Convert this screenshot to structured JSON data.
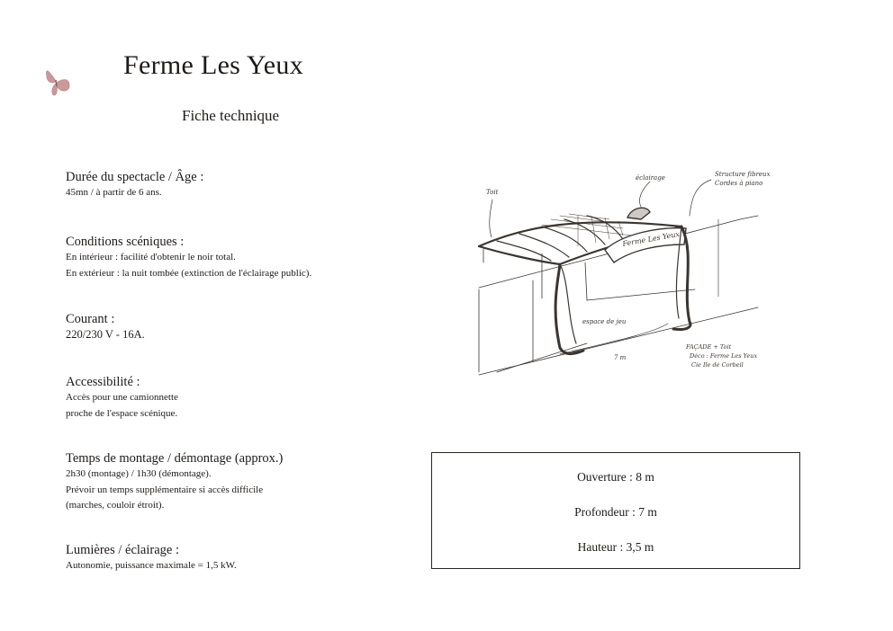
{
  "title": "Ferme Les Yeux",
  "subtitle": "Fiche technique",
  "sections": [
    {
      "heading": "Durée du spectacle  / Âge :",
      "lines": [
        "45mn / à partir de 6 ans."
      ]
    },
    {
      "heading": "Conditions scéniques :",
      "lines": [
        "En intérieur : facilité d'obtenir le noir total.",
        "En extérieur : la nuit tombée (extinction de l'éclairage public)."
      ]
    },
    {
      "heading": "Courant :",
      "lines": [
        "220/230 V - 16A."
      ]
    },
    {
      "heading": "Accessibilité :",
      "lines": [
        "Accès pour une camionnette",
        "proche de l'espace scénique."
      ]
    },
    {
      "heading": "Temps de montage / démontage (approx.)",
      "lines": [
        "2h30 (montage) / 1h30 (démontage).",
        "Prévoir un temps supplémentaire si accès difficile",
        "(marches, couloir étroit)."
      ]
    },
    {
      "heading": "Lumières / éclairage :",
      "lines": [
        "Autonomie, puissance maximale = 1,5 kW."
      ]
    }
  ],
  "dimensions": [
    "Ouverture : 8 m",
    "Profondeur : 7 m",
    "Hauteur : 3,5 m"
  ],
  "sketch": {
    "label_toit": "Toit",
    "label_eclairage": "éclairage",
    "label_structure": "Structure fibreux",
    "label_structure2": "Cordes à piano",
    "label_espace": "espace de jeu",
    "label_dim": "7 m",
    "label_signature1": "FAÇADE + Toit",
    "label_signature2": "Déco : Ferme Les Yeux",
    "label_signature3": "Cie Ile de Corbeil",
    "sign_text": "Ferme Les Yeux"
  },
  "colors": {
    "ink": "#1e1a17",
    "butterfly": "#c68f8f",
    "pencil": "#3b3530"
  }
}
